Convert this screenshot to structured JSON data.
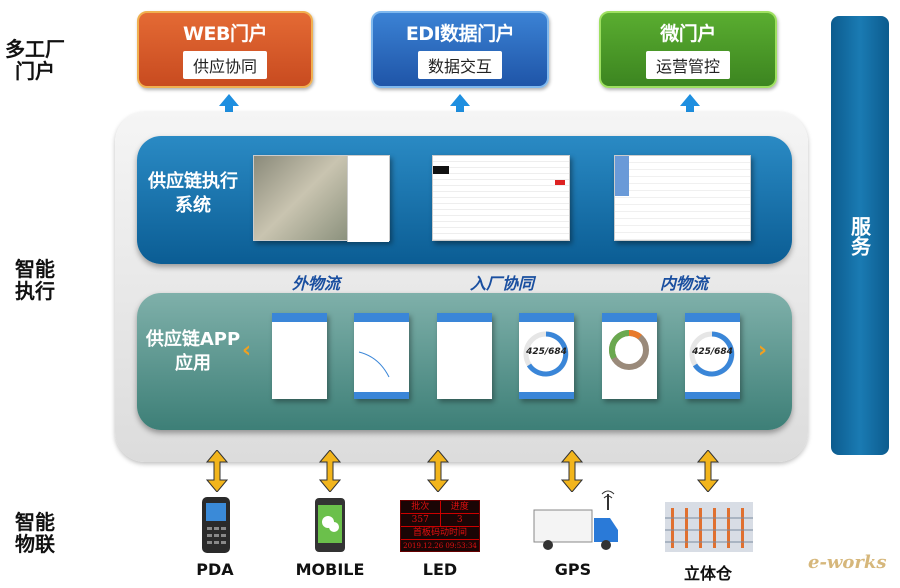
{
  "side_labels": {
    "portal": "多工厂门户",
    "execution": "智能执行",
    "iot": "智能物联"
  },
  "portals": [
    {
      "title": "WEB门户",
      "subtitle": "供应协同",
      "color": "#d9572a"
    },
    {
      "title": "EDI数据门户",
      "subtitle": "数据交互",
      "color": "#2f6fc1"
    },
    {
      "title": "微门户",
      "subtitle": "运营管控",
      "color": "#4a9a2a"
    }
  ],
  "service": {
    "label": "服务"
  },
  "execution_system": {
    "label": "供应链执行系统"
  },
  "flows": [
    "外物流",
    "入厂协同",
    "内物流"
  ],
  "app": {
    "label": "供应链APP应用",
    "phone_counter": "425/684"
  },
  "led": {
    "headers": [
      "批次",
      "进度"
    ],
    "values": [
      "357",
      "3"
    ],
    "caption": "首板码动时间",
    "timestamp": "2019.12.26 09:53:34"
  },
  "devices": [
    {
      "label": "PDA"
    },
    {
      "label": "MOBILE"
    },
    {
      "label": "LED"
    },
    {
      "label": "GPS"
    },
    {
      "label": "立体仓"
    }
  ],
  "watermark": "e-works"
}
